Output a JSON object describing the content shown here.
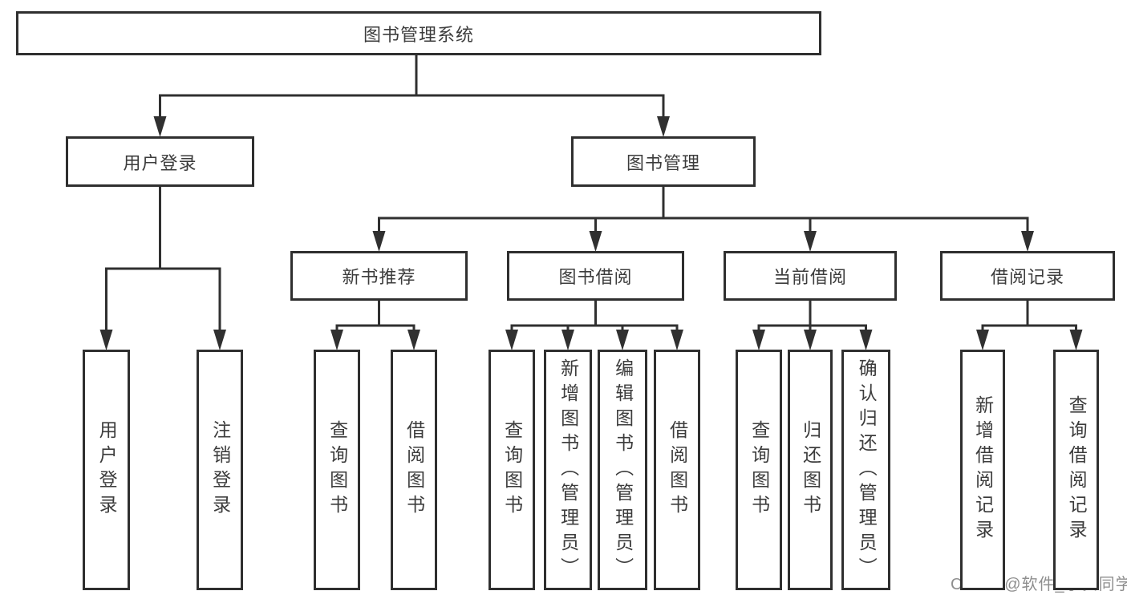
{
  "diagram": {
    "title": "图书管理系统",
    "nodes": [
      {
        "id": "root",
        "label": "图书管理系统",
        "level": 1
      },
      {
        "id": "user-login-group",
        "label": "用户登录",
        "level": 2
      },
      {
        "id": "book-mgmt",
        "label": "图书管理",
        "level": 2
      },
      {
        "id": "new-book-rec",
        "label": "新书推荐",
        "level": 3
      },
      {
        "id": "book-borrow",
        "label": "图书借阅",
        "level": 3
      },
      {
        "id": "current-borrow",
        "label": "当前借阅",
        "level": 3
      },
      {
        "id": "borrow-records",
        "label": "借阅记录",
        "level": 3
      },
      {
        "id": "user-login-leaf",
        "label": "用户登录",
        "level": 4
      },
      {
        "id": "logout-leaf",
        "label": "注销登录",
        "level": 4
      },
      {
        "id": "rec-query-books",
        "label": "查询图书",
        "level": 4
      },
      {
        "id": "rec-borrow-books",
        "label": "借阅图书",
        "level": 4
      },
      {
        "id": "bb-query-books",
        "label": "查询图书",
        "level": 4
      },
      {
        "id": "bb-add-books",
        "label": "新增图书（管理员）",
        "level": 4
      },
      {
        "id": "bb-edit-books",
        "label": "编辑图书（管理员）",
        "level": 4
      },
      {
        "id": "bb-borrow-books",
        "label": "借阅图书",
        "level": 4
      },
      {
        "id": "cb-query-books",
        "label": "查询图书",
        "level": 4
      },
      {
        "id": "cb-return-books",
        "label": "归还图书",
        "level": 4
      },
      {
        "id": "cb-confirm-return",
        "label": "确认归还（管理员）",
        "level": 4
      },
      {
        "id": "br-add-record",
        "label": "新增借阅记录",
        "level": 4
      },
      {
        "id": "br-query-record",
        "label": "查询借阅记录",
        "level": 4
      }
    ],
    "edges": [
      {
        "parent": "root",
        "children": [
          "user-login-group",
          "book-mgmt"
        ]
      },
      {
        "parent": "user-login-group",
        "children": [
          "user-login-leaf",
          "logout-leaf"
        ]
      },
      {
        "parent": "book-mgmt",
        "children": [
          "new-book-rec",
          "book-borrow",
          "current-borrow",
          "borrow-records"
        ]
      },
      {
        "parent": "new-book-rec",
        "children": [
          "rec-query-books",
          "rec-borrow-books"
        ]
      },
      {
        "parent": "book-borrow",
        "children": [
          "bb-query-books",
          "bb-add-books",
          "bb-edit-books",
          "bb-borrow-books"
        ]
      },
      {
        "parent": "current-borrow",
        "children": [
          "cb-query-books",
          "cb-return-books",
          "cb-confirm-return"
        ]
      },
      {
        "parent": "borrow-records",
        "children": [
          "br-add-record",
          "br-query-record"
        ]
      }
    ]
  },
  "watermark": {
    "text": "CSDN @软件_小贺同学"
  },
  "colors": {
    "line": "#303030",
    "box_border": "#2f2f2f",
    "box_fill": "#ffffff",
    "text": "#3c3c3c",
    "watermark": "#8f8f8f",
    "background": "#ffffff"
  }
}
